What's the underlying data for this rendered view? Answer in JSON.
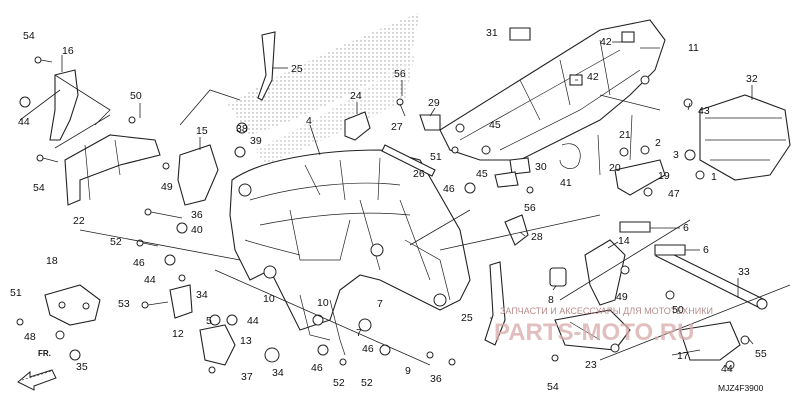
{
  "diagram_code": "MJZ4F3900",
  "direction_label": "FR.",
  "watermark": {
    "line1": "ЗАПЧАСТИ И АКСЕССУАРЫ ДЛЯ МОТОТЕХНИКИ",
    "line2": "PARTS-MOTO.RU"
  },
  "callouts": {
    "c54a": "54",
    "c16": "16",
    "c44a": "44",
    "c50": "50",
    "c15": "15",
    "c22": "22",
    "c54b": "54",
    "c49a": "49",
    "c36a": "36",
    "c40": "40",
    "c52a": "52",
    "c46a": "46",
    "c44b": "44",
    "c18": "18",
    "c51a": "51",
    "c48": "48",
    "c35": "35",
    "c53": "53",
    "c34a": "34",
    "c12": "12",
    "c5": "5",
    "c44c": "44",
    "c13": "13",
    "c37": "37",
    "c34b": "34",
    "c10a": "10",
    "c10b": "10",
    "c46b": "46",
    "c52b": "52",
    "c52c": "52",
    "c7a": "7",
    "c7b": "7",
    "c46c": "46",
    "c9": "9",
    "c36b": "36",
    "c25a": "25",
    "c4": "4",
    "c38": "38",
    "c39": "39",
    "c24": "24",
    "c56a": "56",
    "c29": "29",
    "c27": "27",
    "c51b": "51",
    "c26": "26",
    "c46d": "46",
    "c45a": "45",
    "c45b": "45",
    "c31": "31",
    "c42a": "42",
    "c11": "11",
    "c42b": "42",
    "c32": "32",
    "c41": "41",
    "c43": "43",
    "c30": "30",
    "c21": "21",
    "c2": "2",
    "c3": "3",
    "c20": "20",
    "c19": "19",
    "c1": "1",
    "c47": "47",
    "c56b": "56",
    "c28": "28",
    "c6a": "6",
    "c14": "14",
    "c6b": "6",
    "c8": "8",
    "c49b": "49",
    "c50b": "50",
    "c25b": "25",
    "c33": "33",
    "c23": "23",
    "c54c": "54",
    "c17": "17",
    "c44d": "44",
    "c55": "55"
  }
}
